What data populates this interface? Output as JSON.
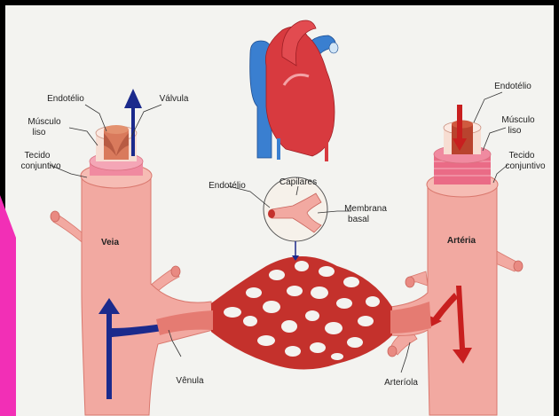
{
  "colors": {
    "background_frame": "#000000",
    "panel": "#f3f3f0",
    "pink_bar": "#f22fb6",
    "vessel": "#f2a9a1",
    "vessel_dark": "#d9776d",
    "capillary": "#c4312c",
    "vein_blue": "#1b2a8c",
    "artery_red": "#c81f1f",
    "heart_red": "#d83a3f",
    "heart_blue": "#3a7fd0"
  },
  "labels": {
    "endotelio_left": "Endotélio",
    "valvula": "Válvula",
    "musculo_liso_left_1": "Músculo",
    "musculo_liso_left_2": "liso",
    "tecido_conjuntivo_left_1": "Tecido",
    "tecido_conjuntivo_left_2": "conjuntivo",
    "veia": "Veia",
    "venula": "Vênula",
    "endotelio_center": "Endotélio",
    "capilares": "Capilares",
    "membrana_basal_1": "Membrana",
    "membrana_basal_2": "basal",
    "endotelio_right": "Endotélio",
    "musculo_liso_right_1": "Músculo",
    "musculo_liso_right_2": "liso",
    "tecido_conjuntivo_right_1": "Tecido",
    "tecido_conjuntivo_right_2": "conjuntivo",
    "arteria": "Artéria",
    "arteriola": "Arteríola"
  }
}
